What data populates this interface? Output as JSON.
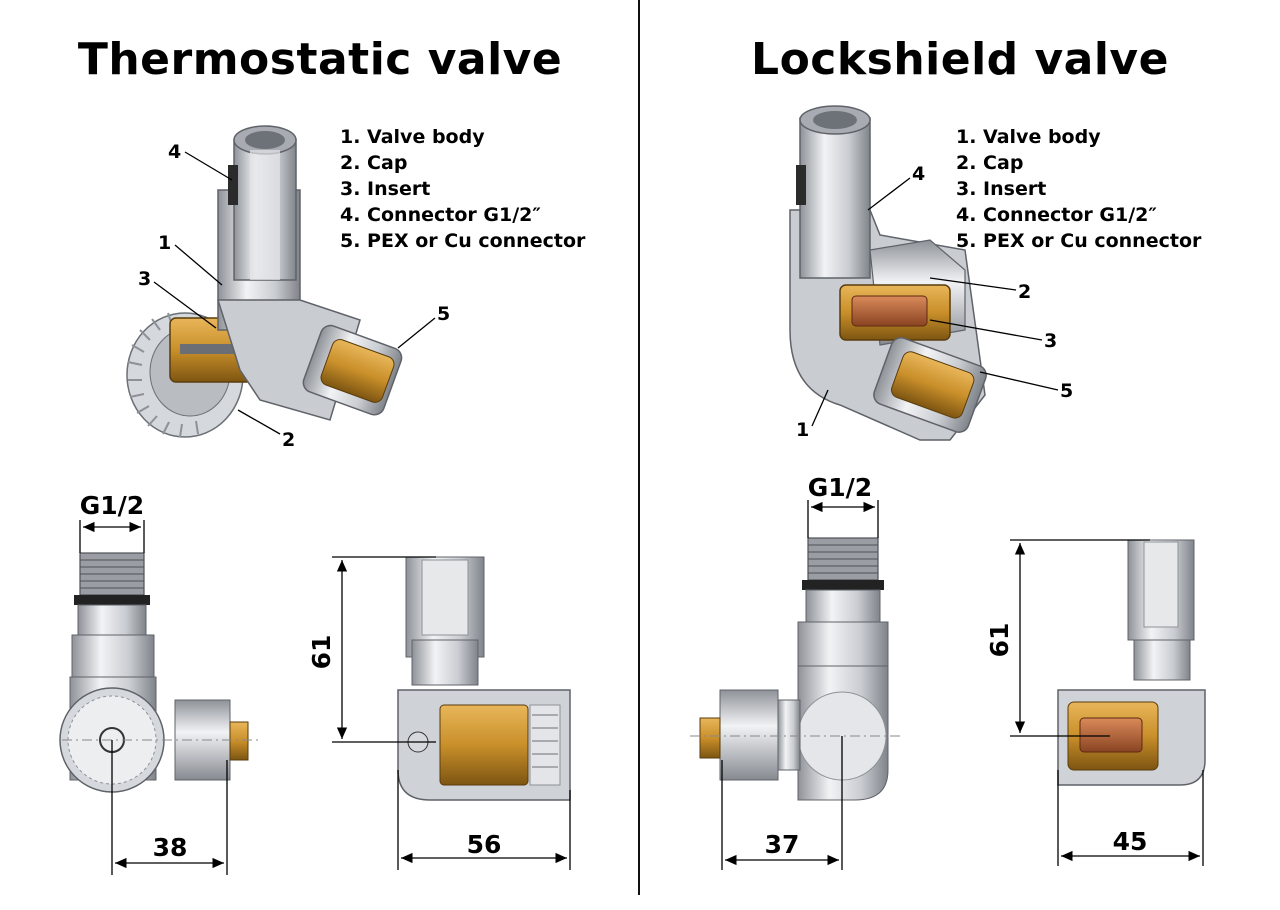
{
  "left": {
    "title": "Thermostatic valve",
    "legend": [
      "1. Valve body",
      "2. Cap",
      "3. Insert",
      "4. Connector G1/2″",
      "5. PEX or Cu connector"
    ],
    "callouts": [
      "1",
      "2",
      "3",
      "4",
      "5"
    ],
    "dims": {
      "thread": "G1/2",
      "height": "61",
      "width_front": "38",
      "width_side": "56"
    }
  },
  "right": {
    "title": "Lockshield valve",
    "legend": [
      "1. Valve body",
      "2. Cap",
      "3. Insert",
      "4. Connector G1/2″",
      "5. PEX or Cu connector"
    ],
    "callouts": [
      "1",
      "2",
      "3",
      "4",
      "5"
    ],
    "dims": {
      "thread": "G1/2",
      "height": "61",
      "width_front": "37",
      "width_side": "45"
    }
  },
  "colors": {
    "metal": "#c9ccd1",
    "metal_dark": "#8e9298",
    "brass": "#c98f2a",
    "copper": "#b8643a"
  }
}
